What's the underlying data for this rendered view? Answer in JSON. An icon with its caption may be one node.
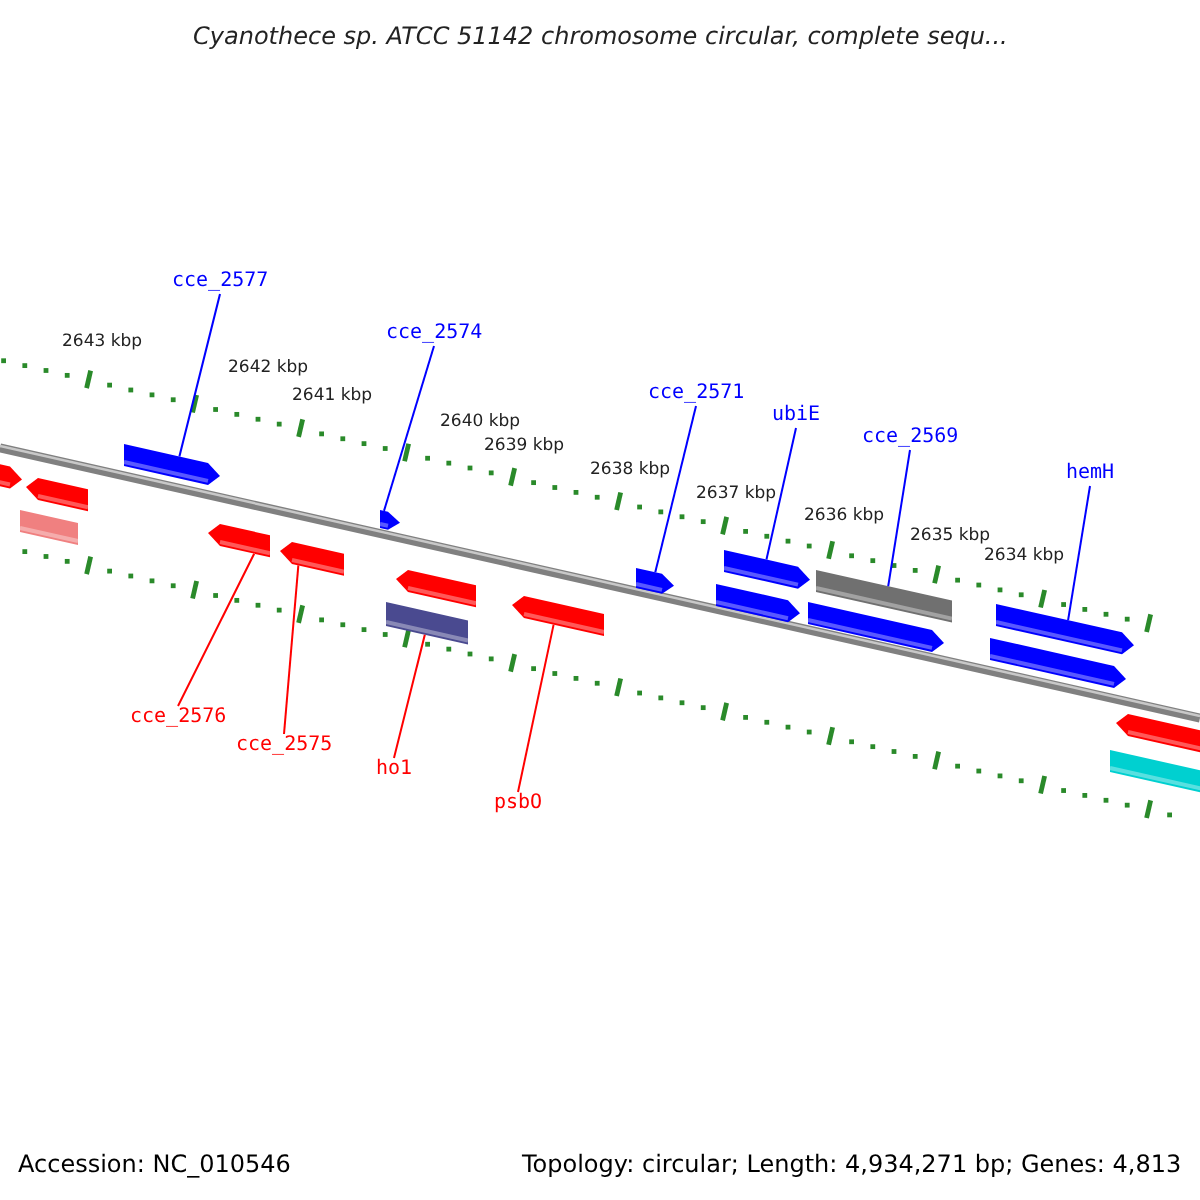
{
  "diagram": {
    "title": "Cyanothece sp. ATCC 51142 chromosome circular, complete sequ...",
    "nodes": [
      {
        "text": [
          "cce_2577"
        ]
      },
      {
        "text": [
          "cce_2574"
        ]
      },
      {
        "text": [
          "cce_2571"
        ]
      },
      {
        "text": [
          "ubiE"
        ]
      },
      {
        "text": [
          "cce_2569"
        ]
      },
      {
        "text": [
          "hemH"
        ]
      },
      {
        "text": [
          "cce_2576"
        ]
      },
      {
        "text": [
          "cce_2575"
        ]
      },
      {
        "text": [
          "ho1"
        ]
      },
      {
        "text": [
          "psbO"
        ]
      },
      {
        "text": [],
        "shape": "arrow"
      },
      {
        "text": [],
        "shape": "box"
      },
      {
        "text": [],
        "shape": "arrow"
      },
      {
        "text": [],
        "shape": "arrow"
      },
      {
        "text": [],
        "shape": "arrow"
      },
      {
        "text": [],
        "shape": "arrow"
      },
      {
        "text": [],
        "shape": "arrow"
      },
      {
        "text": [],
        "shape": "box"
      },
      {
        "text": [],
        "shape": "arrow"
      },
      {
        "text": [],
        "shape": "arrow"
      },
      {
        "text": [],
        "shape": "arrow"
      },
      {
        "text": [],
        "shape": "arrow"
      },
      {
        "text": [],
        "shape": "arrow"
      },
      {
        "text": [],
        "shape": "arrow"
      },
      {
        "text": [],
        "shape": "box"
      },
      {
        "text": [],
        "shape": "arrow"
      },
      {
        "text": [],
        "shape": "arrow"
      },
      {
        "text": [],
        "shape": "box"
      },
      {
        "text": [],
        "shape": "arrow"
      }
    ],
    "edges": [
      {
        "from": 0,
        "to": 13,
        "arrow": "none"
      },
      {
        "from": 1,
        "to": 16,
        "arrow": "none"
      },
      {
        "from": 2,
        "to": 20,
        "arrow": "none"
      },
      {
        "from": 3,
        "to": 22,
        "arrow": "none"
      },
      {
        "from": 4,
        "to": 24,
        "arrow": "none"
      },
      {
        "from": 5,
        "to": 26,
        "arrow": "none"
      },
      {
        "from": 6,
        "to": 14,
        "arrow": "none",
        "color": "#ff0000"
      },
      {
        "from": 7,
        "to": 15,
        "arrow": "none",
        "color": "#ff0000"
      },
      {
        "from": 8,
        "to": 17,
        "arrow": "none",
        "color": "#ff0000"
      },
      {
        "from": 9,
        "to": 19,
        "arrow": "none",
        "color": "#ff0000"
      }
    ],
    "labels": [
      "2643 kbp",
      "2642 kbp",
      "2641 kbp",
      "2640 kbp",
      "2639 kbp",
      "2638 kbp",
      "2637 kbp",
      "2636 kbp",
      "2635 kbp",
      "2634 kbp",
      "Accession: NC_010546",
      "Topology: circular; Length: 4,934,271 bp; Genes: 4,813"
    ]
  }
}
